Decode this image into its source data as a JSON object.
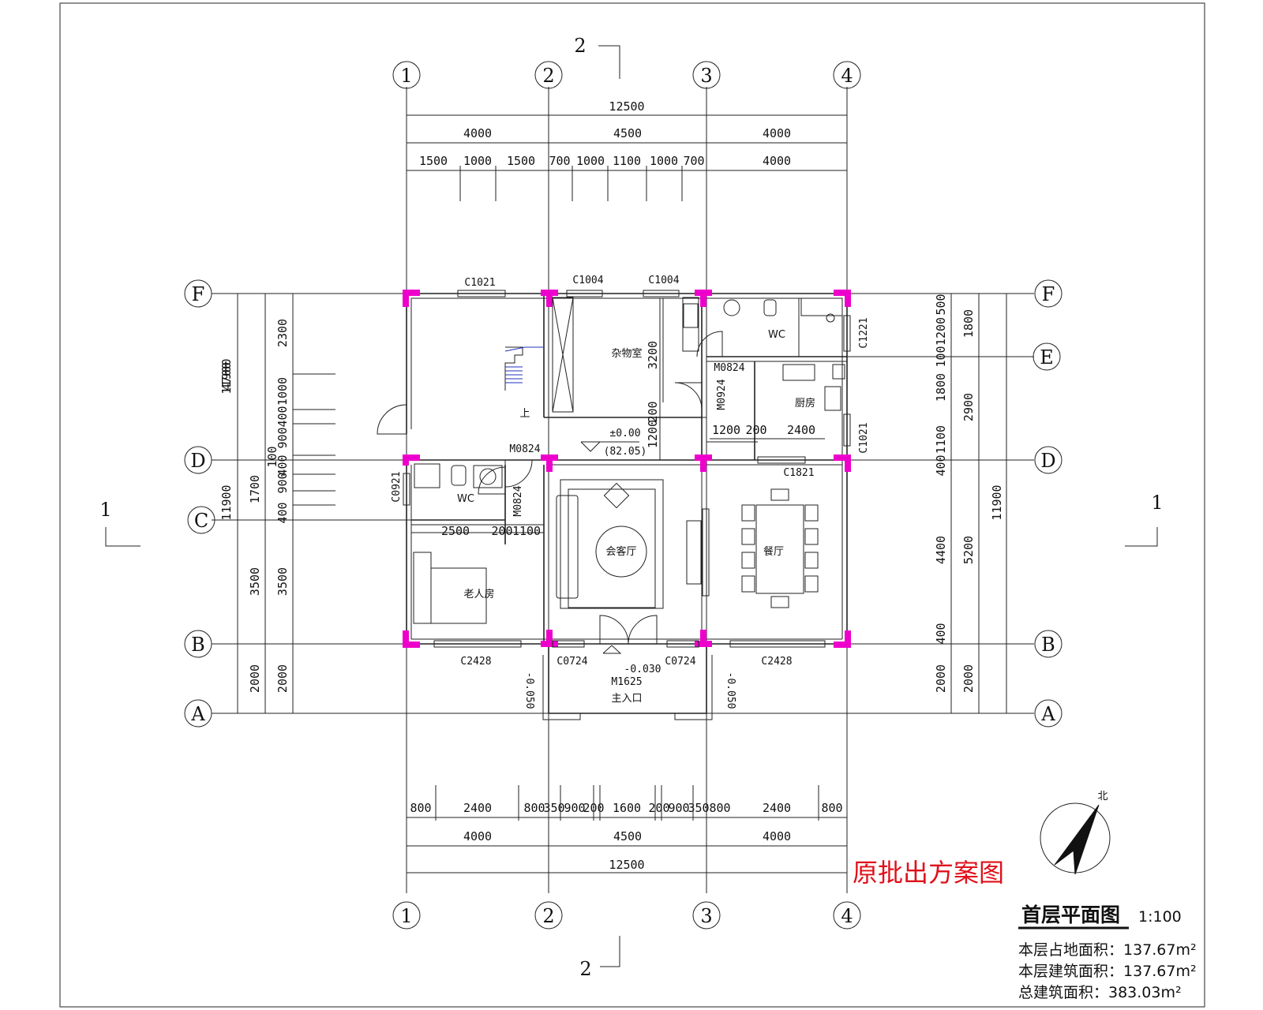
{
  "drawing": {
    "title": "首层平面图",
    "scale": "1:100",
    "approval_note": "原批出方案图",
    "north_label": "北",
    "areas": [
      "本层占地面积：137.67m²",
      "本层建筑面积：137.67m²",
      "总建筑面积：383.03m²"
    ]
  },
  "axes": {
    "vertical": [
      "1",
      "2",
      "3",
      "4"
    ],
    "horizontal": [
      "F",
      "E",
      "D",
      "C",
      "B",
      "A"
    ]
  },
  "section_marks": {
    "top": "2",
    "bottom": "2",
    "left": "1",
    "right": "1"
  },
  "dimensions": {
    "top_total": "12500",
    "top_bays": [
      "4000",
      "4500",
      "4000"
    ],
    "top_detail": [
      "1500",
      "1000",
      "1500",
      "700",
      "1000",
      "1100",
      "1000",
      "700",
      "4000"
    ],
    "bottom_detail": [
      "800",
      "2400",
      "800",
      "350",
      "900",
      "200",
      "1600",
      "200",
      "900",
      "350",
      "800",
      "2400",
      "800"
    ],
    "bottom_bays": [
      "4000",
      "4500",
      "4000"
    ],
    "bottom_total": "12500",
    "left_total": "11900",
    "left_outer": [
      "4700",
      "1700",
      "3500",
      "2000"
    ],
    "left_inner": [
      "2300",
      "1000",
      "400",
      "900",
      "400",
      "900",
      "400",
      "3500",
      "2000"
    ],
    "left_small": "100",
    "right_total": "11900",
    "right_outer": [
      "1800",
      "2900",
      "5200",
      "2000"
    ],
    "right_inner": [
      "500",
      "1200",
      "100",
      "1800",
      "1100",
      "400",
      "4400",
      "400",
      "2000"
    ],
    "kitchen_dims": [
      "1200",
      "200",
      "2400"
    ],
    "store_dims": [
      "3200",
      "1200",
      "200"
    ],
    "wc_dims": [
      "2500",
      "200",
      "1100"
    ]
  },
  "rooms": {
    "storage": "杂物室",
    "wc_top": "WC",
    "kitchen": "厨房",
    "wc_left": "WC",
    "living": "会客厅",
    "dining": "餐厅",
    "elder": "老人房",
    "entrance": "主入口",
    "stair_up": "上"
  },
  "openings": {
    "c1021_top": "C1021",
    "c1004_a": "C1004",
    "c1004_b": "C1004",
    "c1221": "C1221",
    "c1021_right": "C1021",
    "c1821": "C1821",
    "c0921": "C0921",
    "m0824_a": "M0824",
    "m0824_b": "M0824",
    "m0824_c": "M0824",
    "m0924": "M0924",
    "c2428_left": "C2428",
    "c0724_left": "C0724",
    "c0724_right": "C0724",
    "c2428_right": "C2428",
    "m1625": "M1625"
  },
  "levels": {
    "floor": "±0.00",
    "floor_abs": "(82.05)",
    "entrance": "-0.030",
    "step_left": "-0.050",
    "step_right": "-0.050"
  }
}
